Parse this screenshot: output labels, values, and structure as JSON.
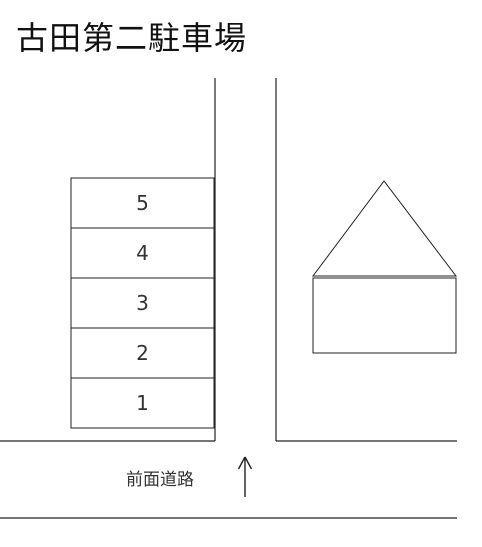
{
  "title": "古田第二駐車場",
  "parking": {
    "spaces": [
      "5",
      "4",
      "3",
      "2",
      "1"
    ]
  },
  "road": {
    "label": "前面道路",
    "arrow_icon": "up-arrow-icon"
  },
  "colors": {
    "line": "#222222",
    "background": "#ffffff"
  }
}
